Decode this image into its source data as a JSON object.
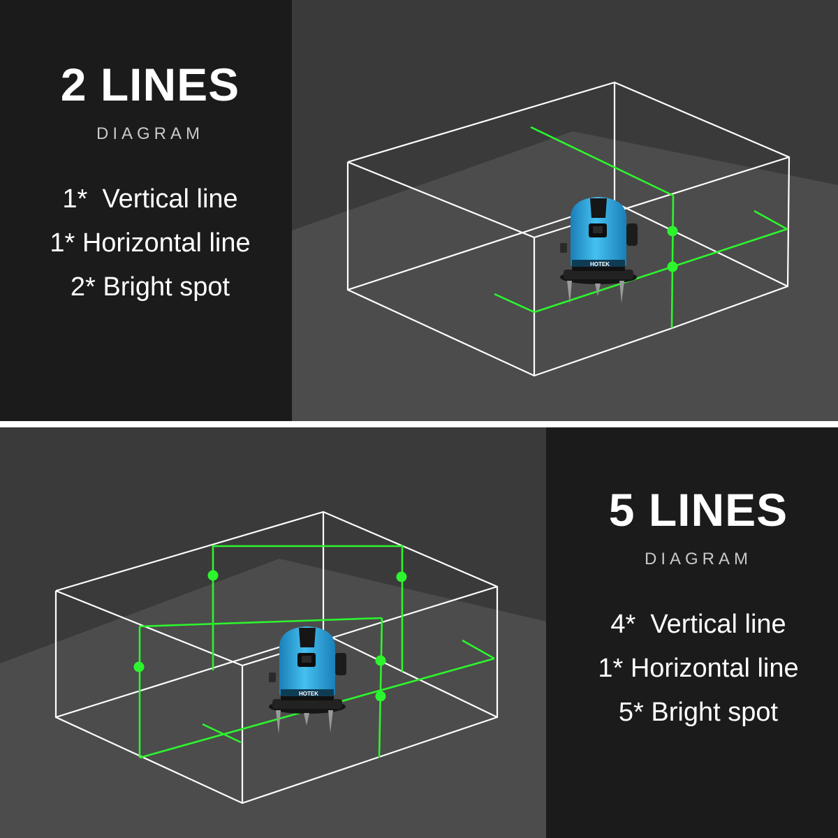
{
  "panels": [
    {
      "title": "2 LINES",
      "subtitle": "DIAGRAM",
      "features": [
        "1*  Vertical line",
        "1* Horizontal line",
        "2* Bright spot"
      ]
    },
    {
      "title": "5 LINES",
      "subtitle": "DIAGRAM",
      "features": [
        "4*  Vertical line",
        "1* Horizontal line",
        "5* Bright spot"
      ]
    }
  ],
  "device": {
    "brand_label": "HOTEK"
  },
  "colors": {
    "dark_panel": "#1b1b1b",
    "scene_background": "#3a3a3a",
    "floor_shade": "#4c4c4c",
    "divider": "#ffffff",
    "laser": "#2df52d",
    "device_body": "#2a9fd6",
    "box_lines": "#ffffff"
  }
}
